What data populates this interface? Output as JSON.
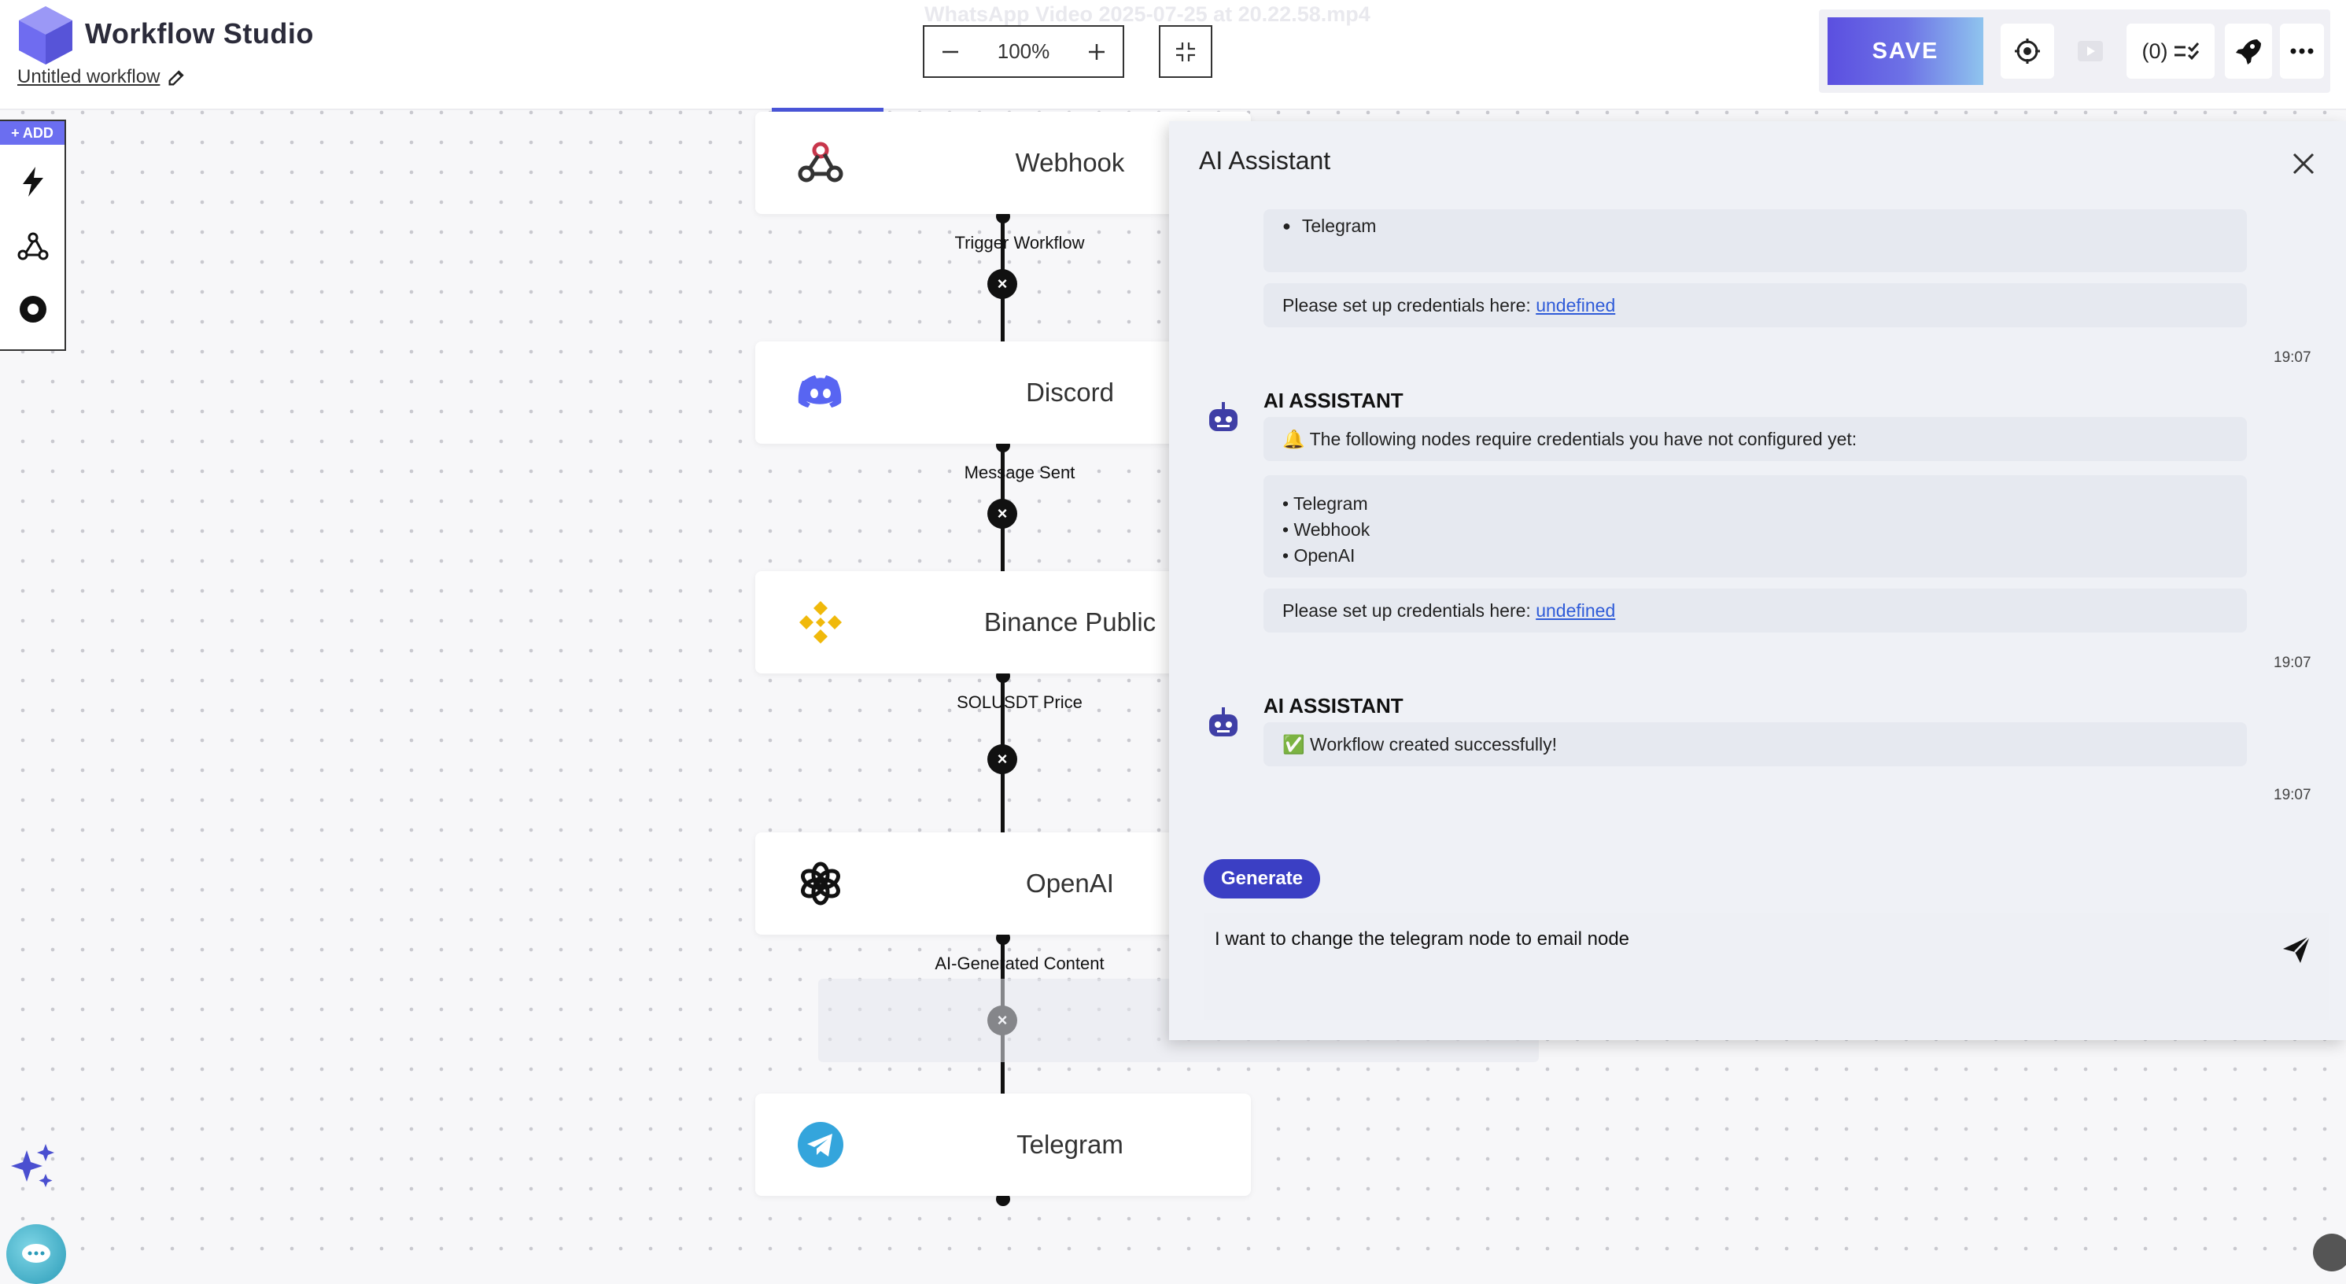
{
  "header": {
    "video_title": "WhatsApp Video 2025-07-25 at 20.22.58.mp4",
    "app_title": "Workflow Studio",
    "workflow_name": "Untitled workflow",
    "zoom": "100%",
    "save_label": "SAVE",
    "issues_count": "(0)"
  },
  "sidebar": {
    "add_label": "+ ADD"
  },
  "nodes": [
    {
      "label": "Webhook",
      "icon": "webhook-icon"
    },
    {
      "label": "Discord",
      "icon": "discord-icon"
    },
    {
      "label": "Binance Public",
      "icon": "binance-icon"
    },
    {
      "label": "OpenAI",
      "icon": "openai-icon"
    },
    {
      "label": "Telegram",
      "icon": "telegram-icon"
    }
  ],
  "edges": [
    {
      "label": "Trigger Workflow"
    },
    {
      "label": "Message Sent"
    },
    {
      "label": "SOLUSDT Price"
    },
    {
      "label": "AI-Generated Content"
    }
  ],
  "ai_panel": {
    "title": "AI Assistant",
    "messages": [
      {
        "list_item": "Telegram",
        "credentials_text": "Please set up credentials here: ",
        "credentials_link": "undefined",
        "time": "19:07"
      },
      {
        "sender": "AI ASSISTANT",
        "notice": "🔔 The following nodes require credentials you have not configured yet:",
        "items": [
          "• Telegram",
          "• Webhook",
          "• OpenAI"
        ],
        "credentials_text": "Please set up credentials here: ",
        "credentials_link": "undefined",
        "time": "19:07"
      },
      {
        "sender": "AI ASSISTANT",
        "text": "✅ Workflow created successfully!",
        "time": "19:07"
      }
    ],
    "generate_label": "Generate",
    "input_value": "I want to change the telegram node to email node"
  },
  "colors": {
    "accent": "#4a55d8",
    "link": "#2f5bd8",
    "generate": "#3b3fc4"
  }
}
